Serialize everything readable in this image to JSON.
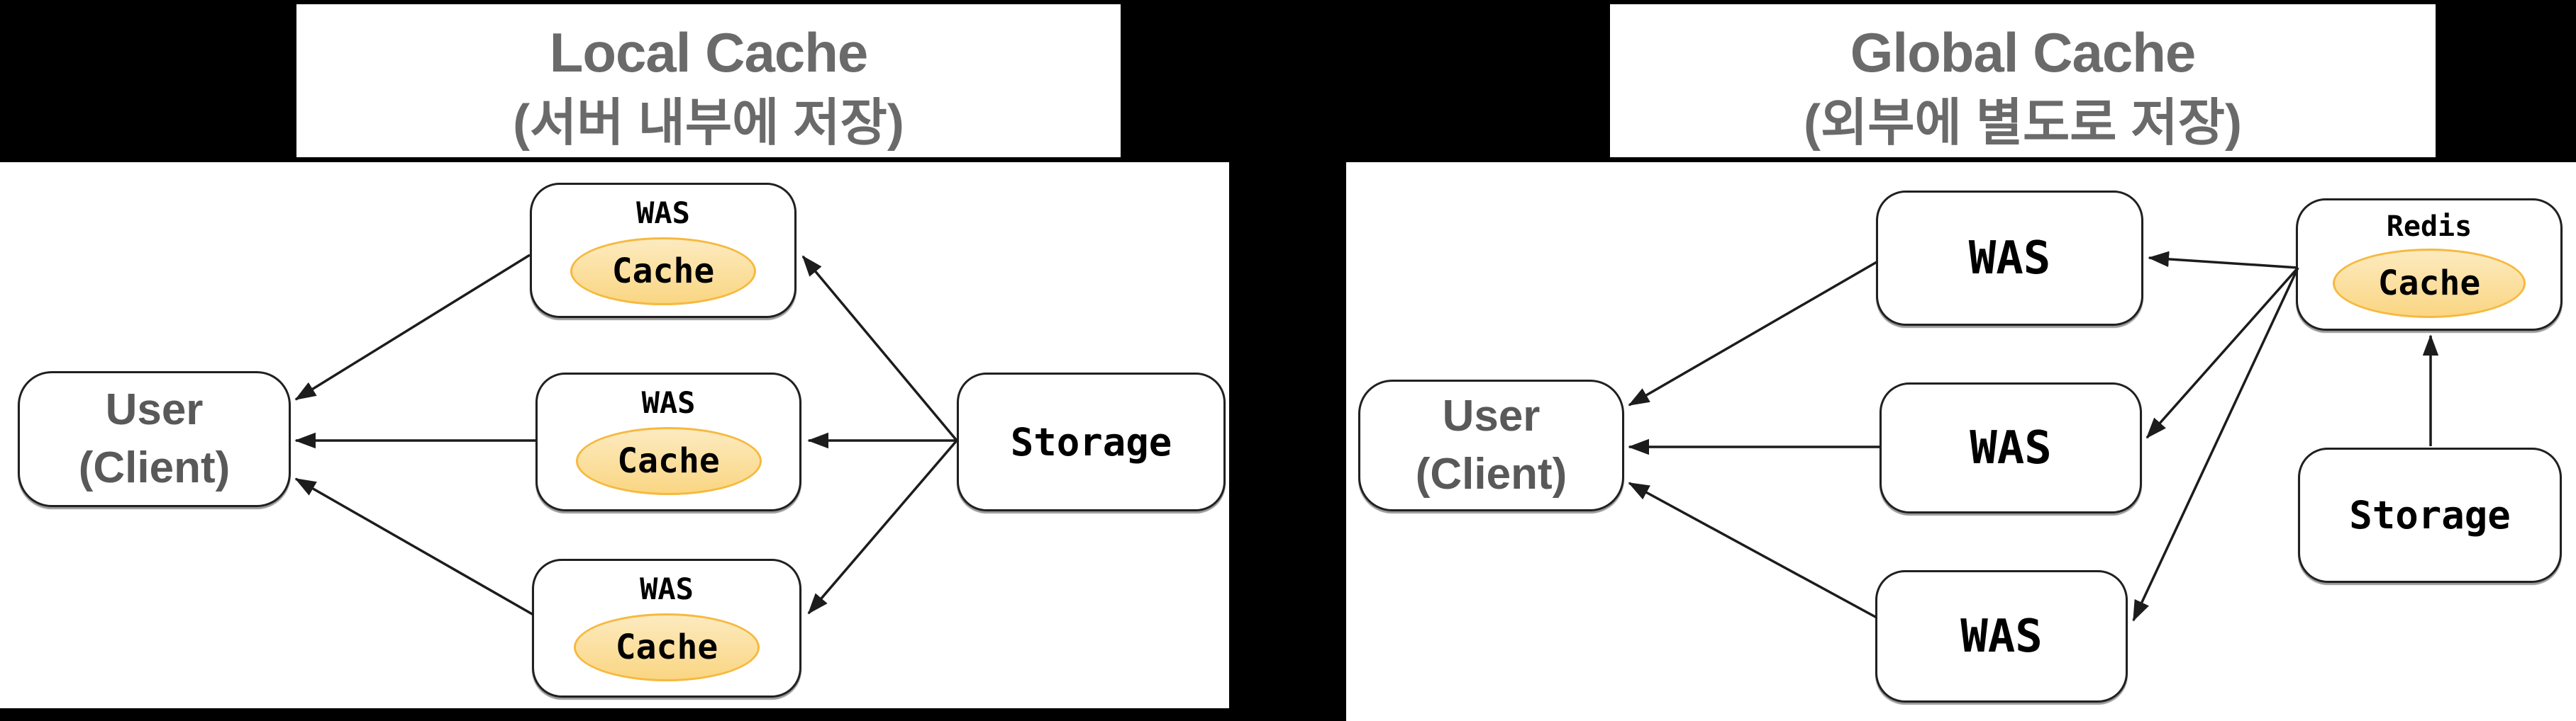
{
  "left_diagram": {
    "title_line1": "Local Cache",
    "title_line2": "(서버 내부에 저장)",
    "user_line1": "User",
    "user_line2": "(Client)",
    "was_label": "WAS",
    "cache_label": "Cache",
    "storage_label": "Storage"
  },
  "right_diagram": {
    "title_line1": "Global Cache",
    "title_line2": "(외부에 별도로 저장)",
    "user_line1": "User",
    "user_line2": "(Client)",
    "was_label": "WAS",
    "redis_label": "Redis",
    "cache_label": "Cache",
    "storage_label": "Storage"
  },
  "colors": {
    "background": "#000000",
    "panel": "#ffffff",
    "title_text": "#6a6a6a",
    "user_text": "#595959",
    "node_border": "#202020",
    "node_text": "#000000",
    "cache_fill_top": "#fceabf",
    "cache_fill_bottom": "#fad683",
    "cache_border": "#f6b93e",
    "arrow": "#1c1c1c"
  }
}
